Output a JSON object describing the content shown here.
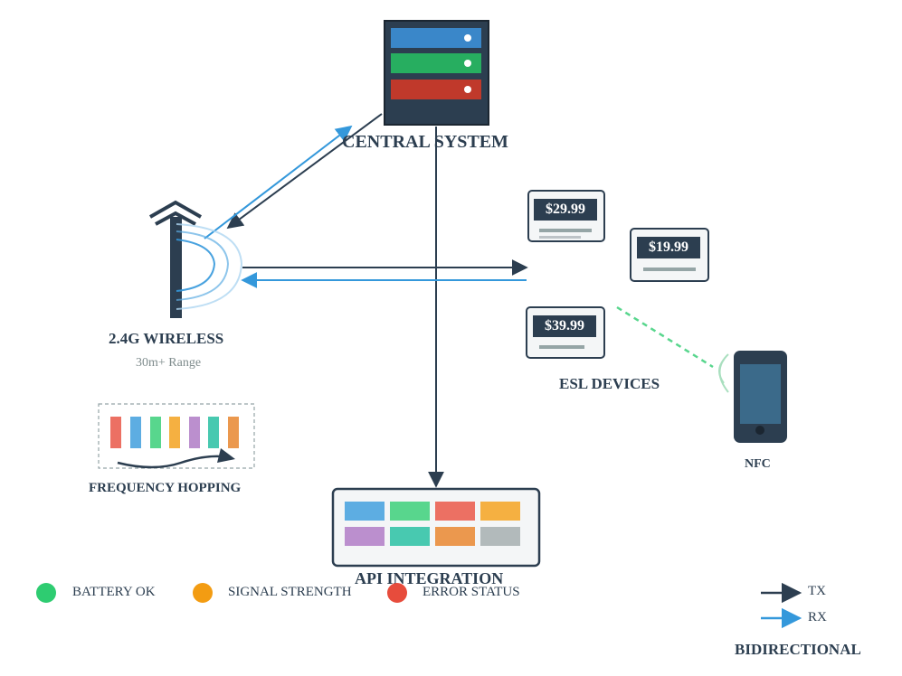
{
  "central_system": {
    "label": "CENTRAL SYSTEM"
  },
  "wireless": {
    "label": "2.4G WIRELESS",
    "range": "30m+ Range"
  },
  "frequency_hopping": {
    "label": "FREQUENCY HOPPING"
  },
  "esl": {
    "label": "ESL DEVICES",
    "prices": [
      "$29.99",
      "$19.99",
      "$39.99"
    ]
  },
  "nfc": {
    "label": "NFC"
  },
  "api": {
    "label": "API INTEGRATION"
  },
  "legend": {
    "battery": {
      "label": "BATTERY OK",
      "color": "#2ecc71"
    },
    "signal": {
      "label": "SIGNAL STRENGTH",
      "color": "#f39c12"
    },
    "error": {
      "label": "ERROR STATUS",
      "color": "#e74c3c"
    }
  },
  "direction_legend": {
    "tx": "TX",
    "rx": "RX",
    "title": "BIDIRECTIONAL"
  },
  "colors": {
    "dark": "#2c3e50",
    "blue": "#3498db",
    "green": "#2ecc71",
    "red": "#e74c3c"
  }
}
